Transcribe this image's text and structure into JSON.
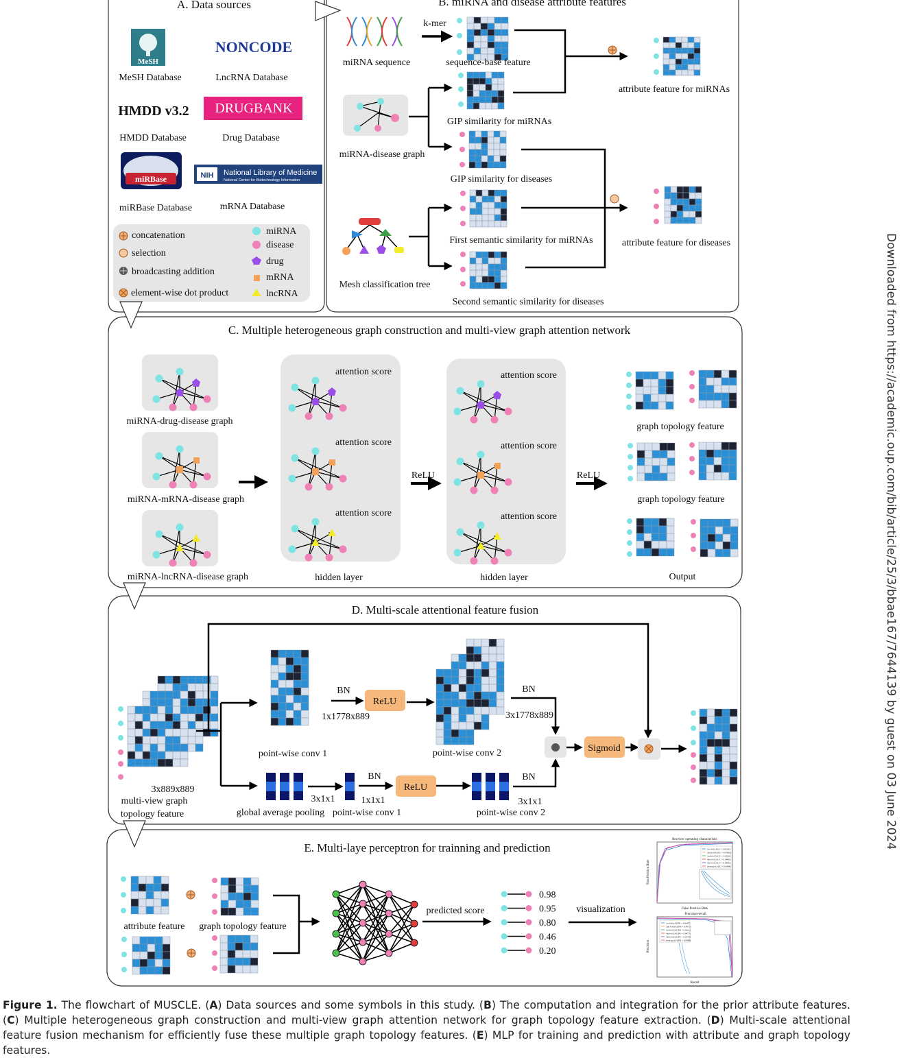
{
  "panel_a": {
    "title": "A. Data sources",
    "sources": [
      {
        "logo": "MeSH",
        "label": "MeSH Database"
      },
      {
        "logo": "NONCODE",
        "label": "LncRNA Database"
      },
      {
        "logo": "HMDD v3.2",
        "label": "HMDD Database"
      },
      {
        "logo": "DRUGBANK",
        "label": "Drug Database"
      },
      {
        "logo": "miRBase",
        "label": "miRBase Database"
      },
      {
        "logo": "National Library of Medicine",
        "logo_sub": "National Center for Biotechnology Information",
        "logo_tag": "NIH",
        "label": "mRNA Database"
      }
    ],
    "legend_ops": [
      "concatenation",
      "selection",
      "broadcasting addition",
      "element-wise dot product"
    ],
    "legend_nodes": [
      "miRNA",
      "disease",
      "drug",
      "mRNA",
      "lncRNA"
    ]
  },
  "panel_b": {
    "title": "B. miRNA and disease attribute features",
    "kmer": "k-mer",
    "mirna_sequence": "miRNA sequence",
    "sequence_feature": "sequence-base feature",
    "attr_mirna": "attribute feature for miRNAs",
    "gip_mirna": "GIP similarity for miRNAs",
    "graph": "miRNA-disease graph",
    "gip_disease": "GIP similarity for diseases",
    "first_sem": "First semantic similarity for miRNAs",
    "attr_disease": "attribute feature for diseases",
    "mesh_tree": "Mesh classification tree",
    "second_sem": "Second semantic similarity for diseases"
  },
  "panel_c": {
    "title": "C. Multiple heterogeneous graph construction and multi-view graph attention network",
    "graphs": [
      "miRNA-drug-disease graph",
      "miRNA-mRNA-disease graph",
      "miRNA-lncRNA-disease graph"
    ],
    "attention": "attention score",
    "hidden": "hidden layer",
    "relu": "ReLU",
    "topology": "graph topology feature",
    "output": "Output"
  },
  "panel_d": {
    "title": "D. Multi-scale attentional feature fusion",
    "bn": "BN",
    "relu": "ReLU",
    "dim1": "1x1778x889",
    "dim2": "3x1778x889",
    "pw1": "point-wise conv 1",
    "pw2": "point-wise conv 2",
    "sigmoid": "Sigmoid",
    "input_dim": "3x889x889",
    "input_label_1": "multi-view graph",
    "input_label_2": "topology feature",
    "dim3": "3x1x1",
    "dim4": "1x1x1",
    "dim5": "3x1x1",
    "gap": "global average pooling",
    "pw1b": "point-wise conv 1",
    "pw2b": "point-wise conv 2"
  },
  "panel_e": {
    "title": "E. Multi-laye perceptron for trainning and prediction",
    "attr": "attribute feature",
    "topo": "graph topology feature",
    "predicted": "predicted score",
    "scores": [
      "0.98",
      "0.95",
      "0.80",
      "0.46",
      "0.20"
    ],
    "visualization": "visualization",
    "roc_title": "Receiver operating characteristic",
    "roc_xlabel": "False Positive Rate",
    "roc_ylabel": "True Positive Rate",
    "pr_title": "Precision-recall",
    "pr_xlabel": "Recall",
    "pr_ylabel": "Precision",
    "roc_legend": [
      "1st fold (AUC = 0.9526)",
      "2nd fold (AUC = 0.9461)",
      "3rd fold (AUC = 0.9466)",
      "4th fold (AUC = 0.9489)",
      "5th fold (AUC = 0.9480)",
      "Average (AUC = 0.9484)"
    ],
    "pr_legend": [
      "1st fold (AUPR = 0.9497)",
      "2nd fold (AUPR = 0.9477)",
      "3rd fold (AUPR = 0.9441)",
      "4th fold (AUPR = 0.9477)",
      "5th fold (AUPR = 0.9470)",
      "Average (AUPR = 0.9469)"
    ]
  },
  "caption": {
    "label": "Figure 1.",
    "text_1": " The flowchart of MUSCLE. (",
    "a": "A",
    "text_2": ") Data sources and some symbols in this study. (",
    "b": "B",
    "text_3": ") The computation and integration for the prior attribute features. (",
    "c": "C",
    "text_4": ") Multiple heterogeneous graph construction and multi-view graph attention network for graph topology feature extraction. (",
    "d": "D",
    "text_5": ") Multi-scale attentional feature fusion mechanism for efficiently fuse these multiple graph topology features. (",
    "e": "E",
    "text_6": ") MLP for training and prediction with attribute and graph topology features."
  },
  "side_note": "Downloaded from https://academic.oup.com/bib/article/25/3/bbae167/7644139 by guest on 03 June 2024",
  "colors": {
    "mirna": "#7fe3e3",
    "disease": "#ee82b6",
    "drug": "#9b4de8",
    "mrna": "#f4a25a",
    "lncrna": "#f4ea2c",
    "blue": "#2b8fd6",
    "navy": "#1e2333",
    "light": "#d8e2ee",
    "relu": "#f6b87a",
    "panel": "#e6e6e6"
  }
}
